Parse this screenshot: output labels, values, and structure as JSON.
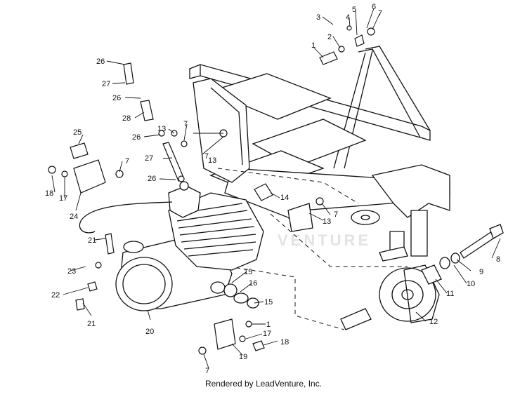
{
  "diagram": {
    "callouts": [
      "1",
      "2",
      "3",
      "4",
      "5",
      "6",
      "7",
      "8",
      "9",
      "10",
      "11",
      "12",
      "13",
      "14",
      "15",
      "16",
      "17",
      "18",
      "19",
      "20",
      "21",
      "22",
      "23",
      "24",
      "25",
      "26",
      "27",
      "28"
    ]
  },
  "watermark": "VENTURE",
  "footer": "Rendered by LeadVenture, Inc."
}
